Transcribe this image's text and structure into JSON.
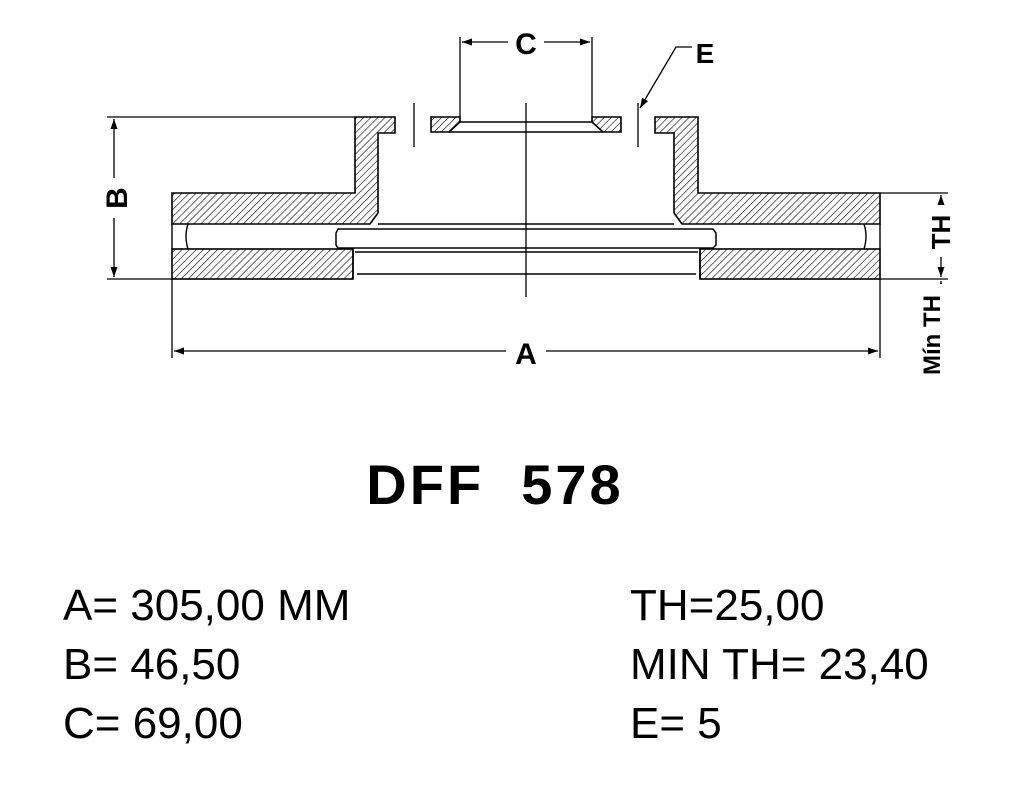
{
  "drawing": {
    "labels": {
      "a": "A",
      "b": "B",
      "c": "C",
      "e": "E",
      "th": "TH",
      "min_th": "Mín TH"
    }
  },
  "part_number": "DFF  578",
  "specs": {
    "left": [
      "A= 305,00 MM",
      "B= 46,50",
      "C= 69,00"
    ],
    "right": [
      "TH=25,00",
      "MIN TH= 23,40",
      "E= 5"
    ]
  }
}
